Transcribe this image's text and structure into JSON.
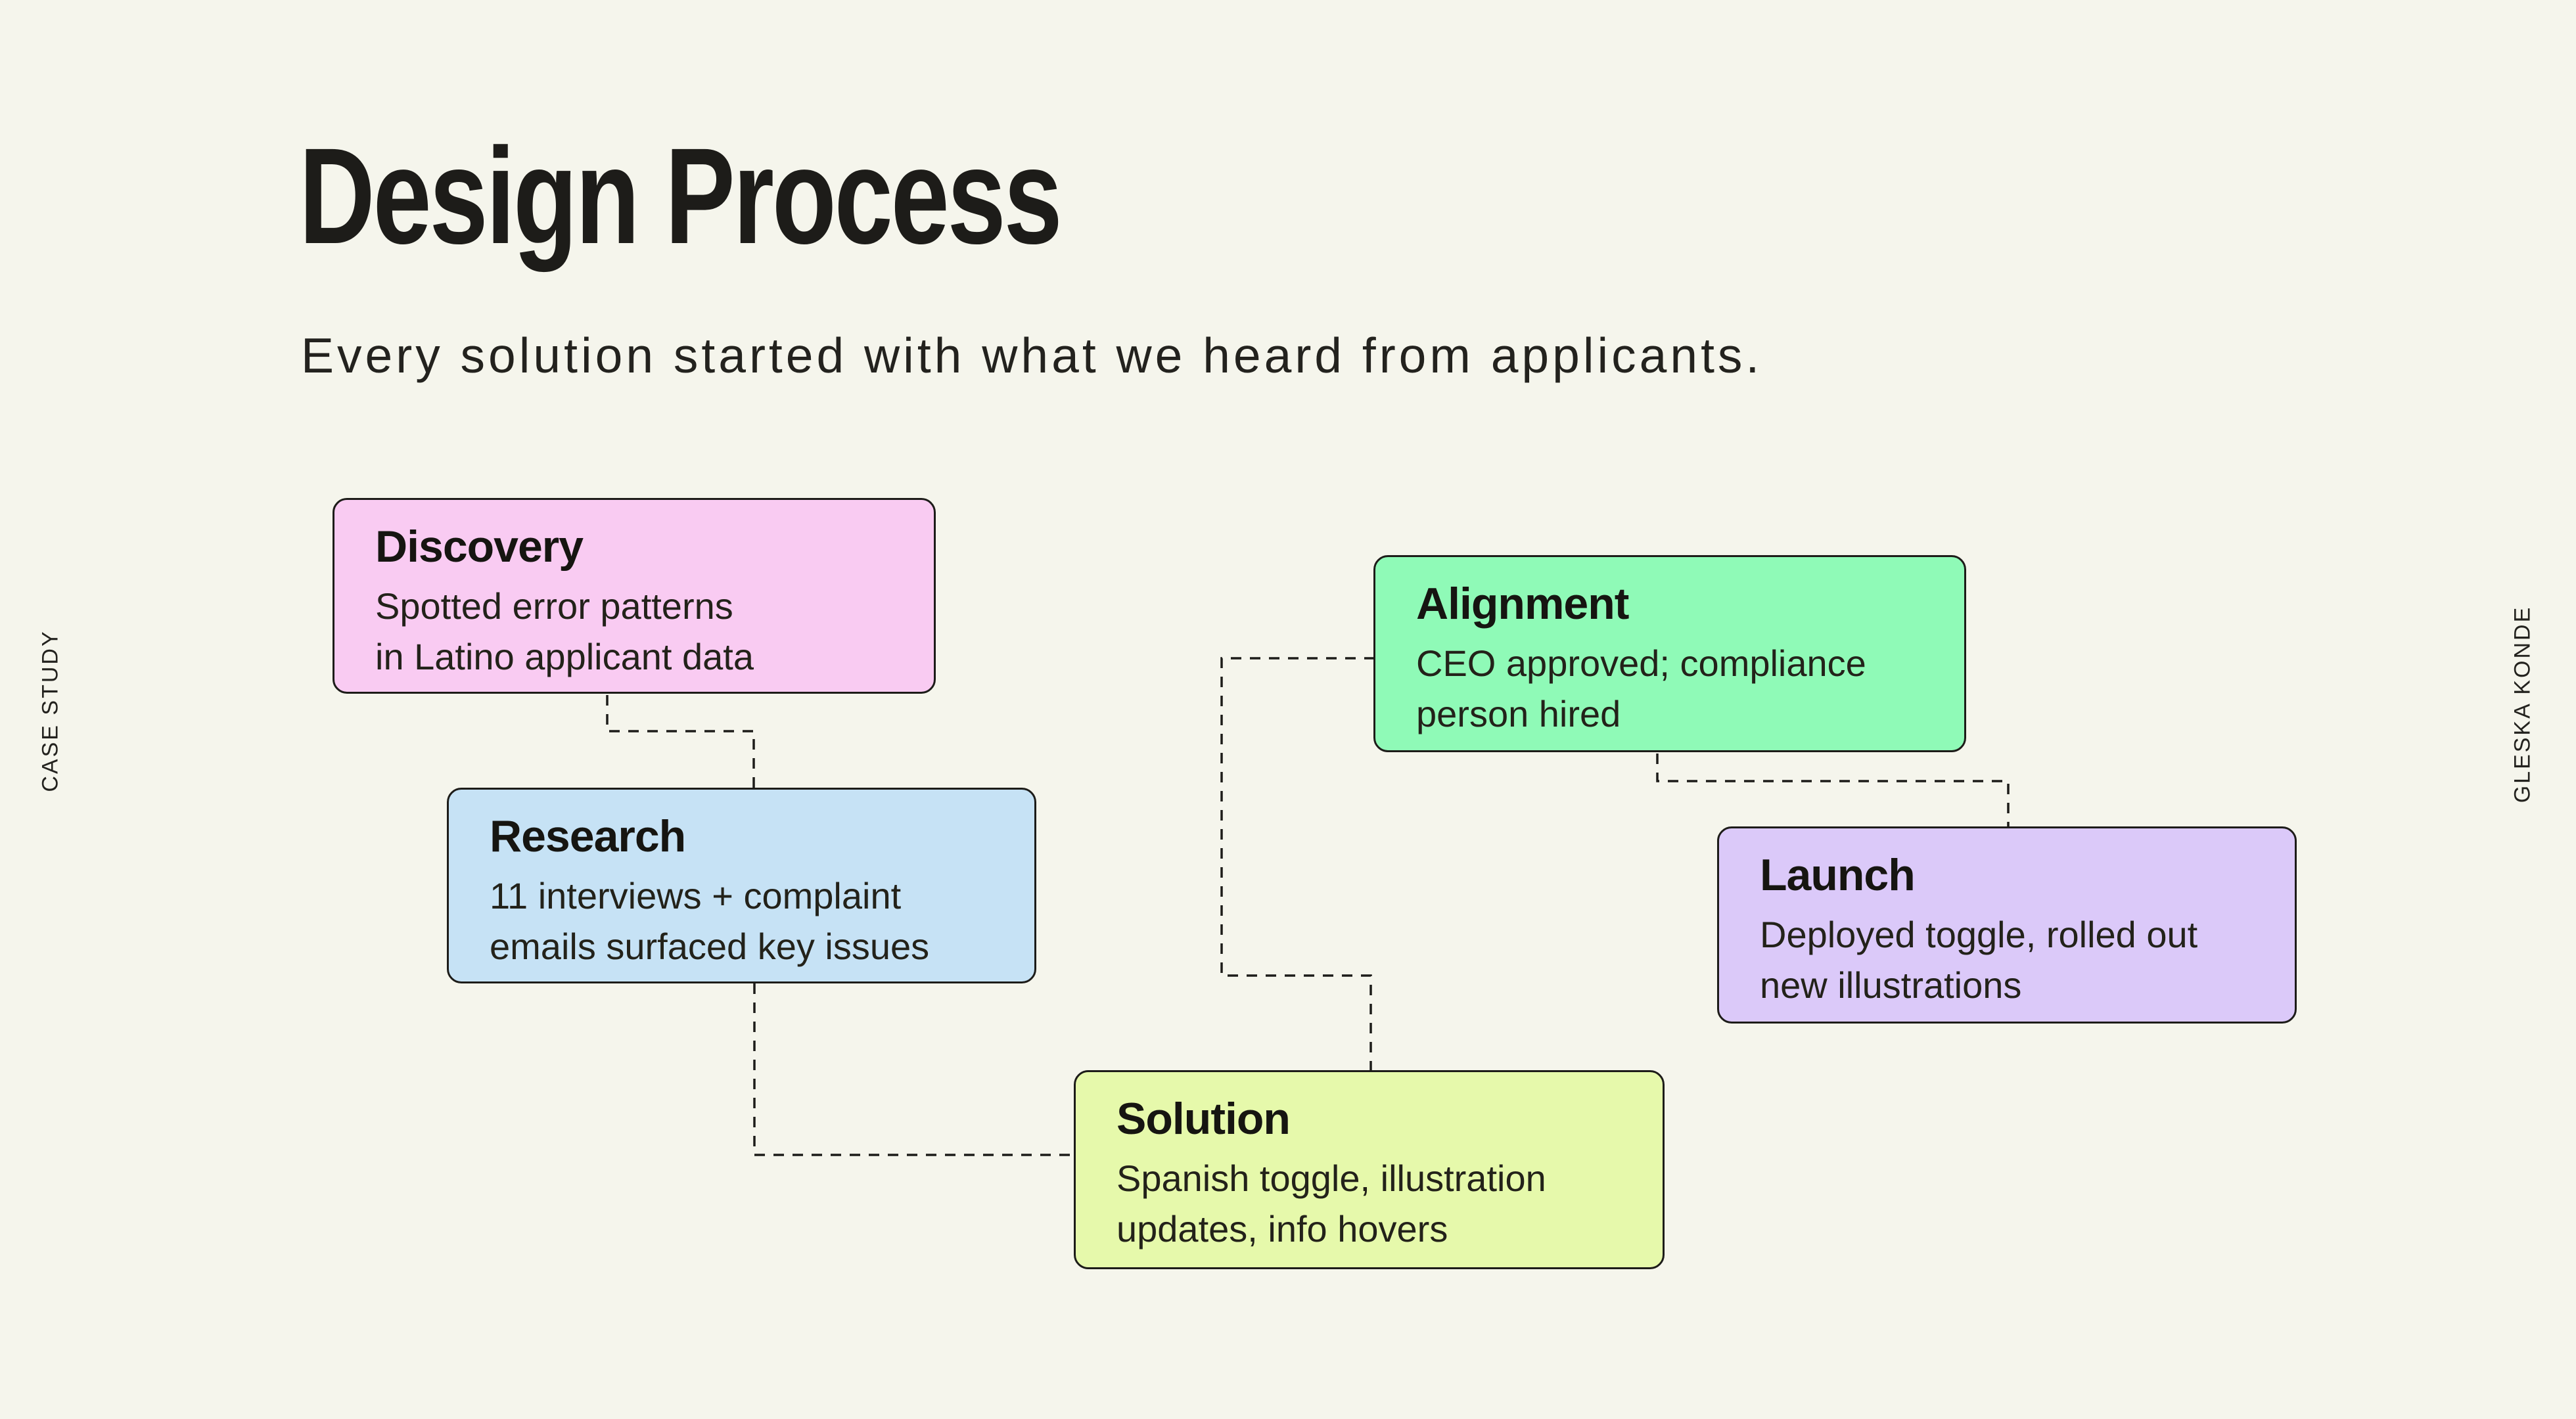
{
  "page": {
    "title": "Design Process",
    "subtitle": "Every solution started with what we heard from applicants.",
    "side_left": "CASE STUDY",
    "side_right": "GLESKA KONDE",
    "background_color": "#f5f5ec",
    "ink_color": "#1d1c19"
  },
  "diagram": {
    "nodes": [
      {
        "id": "discovery",
        "title": "Discovery",
        "body": "Spotted error patterns\nin Latino applicant data",
        "color": "#f9cbf2"
      },
      {
        "id": "research",
        "title": "Research",
        "body": "11 interviews + complaint\nemails surfaced key issues",
        "color": "#c6e2f5"
      },
      {
        "id": "solution",
        "title": "Solution",
        "body": "Spanish toggle, illustration\nupdates, info hovers",
        "color": "#e6f9ab"
      },
      {
        "id": "alignment",
        "title": "Alignment",
        "body": "CEO approved; compliance\nperson hired",
        "color": "#8ffab7"
      },
      {
        "id": "launch",
        "title": "Launch",
        "body": "Deployed toggle, rolled out\nnew illustrations",
        "color": "#dbc9f9"
      }
    ],
    "edges": [
      {
        "from": "discovery",
        "to": "research"
      },
      {
        "from": "research",
        "to": "solution"
      },
      {
        "from": "solution",
        "to": "alignment"
      },
      {
        "from": "alignment",
        "to": "launch"
      }
    ],
    "edge_style": "dashed"
  }
}
